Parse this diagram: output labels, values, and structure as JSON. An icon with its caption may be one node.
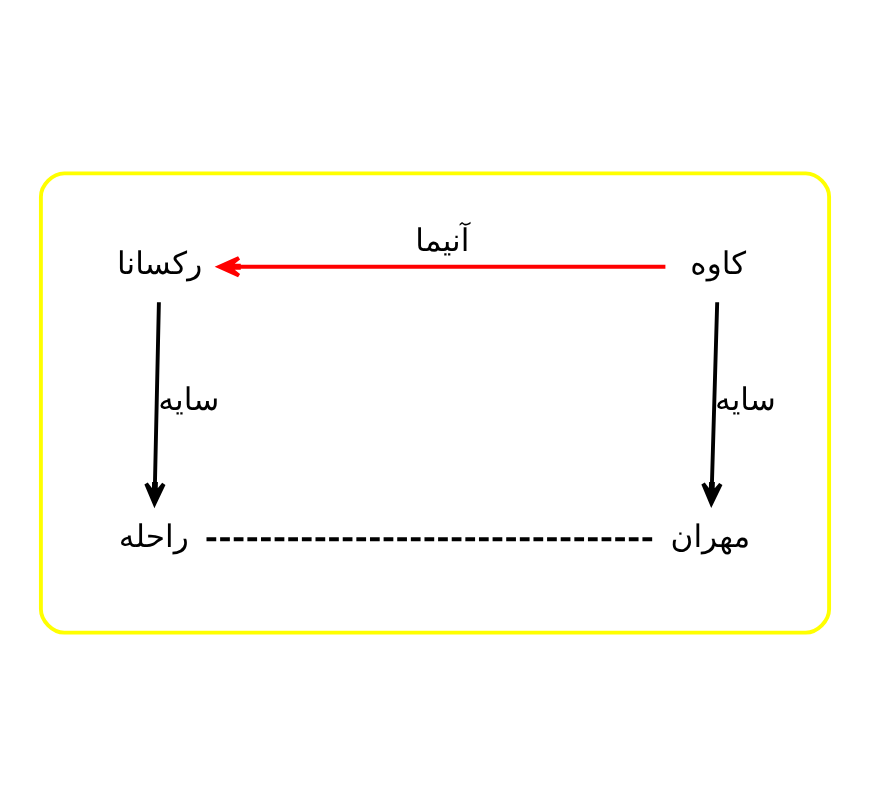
{
  "diagram": {
    "nodes": [
      {
        "text": [],
        "shape": "ellipse"
      },
      {
        "text": [
          "کاوه"
        ],
        "in": 0
      },
      {
        "text": [
          "رکسانا"
        ],
        "in": 0
      },
      {
        "text": [
          "راحله"
        ],
        "in": 0
      },
      {
        "text": [
          "مهران"
        ],
        "in": 0
      }
    ],
    "edges": [
      {
        "from": 1,
        "to": 2,
        "arrow": "to",
        "label": "آنیما",
        "color": "#ff0000"
      },
      {
        "from": 2,
        "to": 3,
        "arrow": "to",
        "label": "سایه"
      },
      {
        "from": 1,
        "to": 4,
        "arrow": "to",
        "label": "سایه"
      },
      {
        "from": 3,
        "to": 4,
        "arrow": "none",
        "style": "dashed"
      }
    ]
  }
}
